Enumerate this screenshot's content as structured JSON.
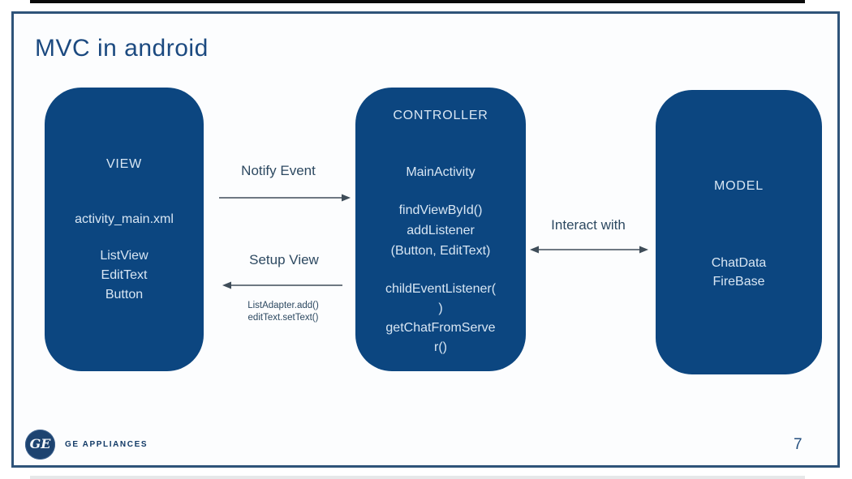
{
  "title": "MVC in android",
  "page_number": "7",
  "footer": {
    "brand": "GE APPLIANCES",
    "logo_monogram": "GE"
  },
  "colors": {
    "box_fill": "#0c4680",
    "box_text": "#d8e6f3",
    "title_text": "#1c4a80",
    "label_text": "#2d4961",
    "slide_border": "#2e5379",
    "arrow": "#3f4d59"
  },
  "boxes": {
    "view": {
      "header": "VIEW",
      "file": "activity_main.xml",
      "widgets": "ListView\nEditText\nButton"
    },
    "controller": {
      "header": "CONTROLLER",
      "class_name": "MainActivity",
      "methods_a": "findViewById()\naddListener\n(Button, EditText)",
      "methods_b": "childEventListener(\n)\ngetChatFromServe\nr()"
    },
    "model": {
      "header": "MODEL",
      "items": "ChatData\nFireBase"
    }
  },
  "arrows": {
    "notify": {
      "label": "Notify Event",
      "direction": "right"
    },
    "setup": {
      "label": "Setup View",
      "direction": "left",
      "code_lines": "ListAdapter.add()\neditText.setText()"
    },
    "interact": {
      "label": "Interact with",
      "direction": "both"
    }
  }
}
